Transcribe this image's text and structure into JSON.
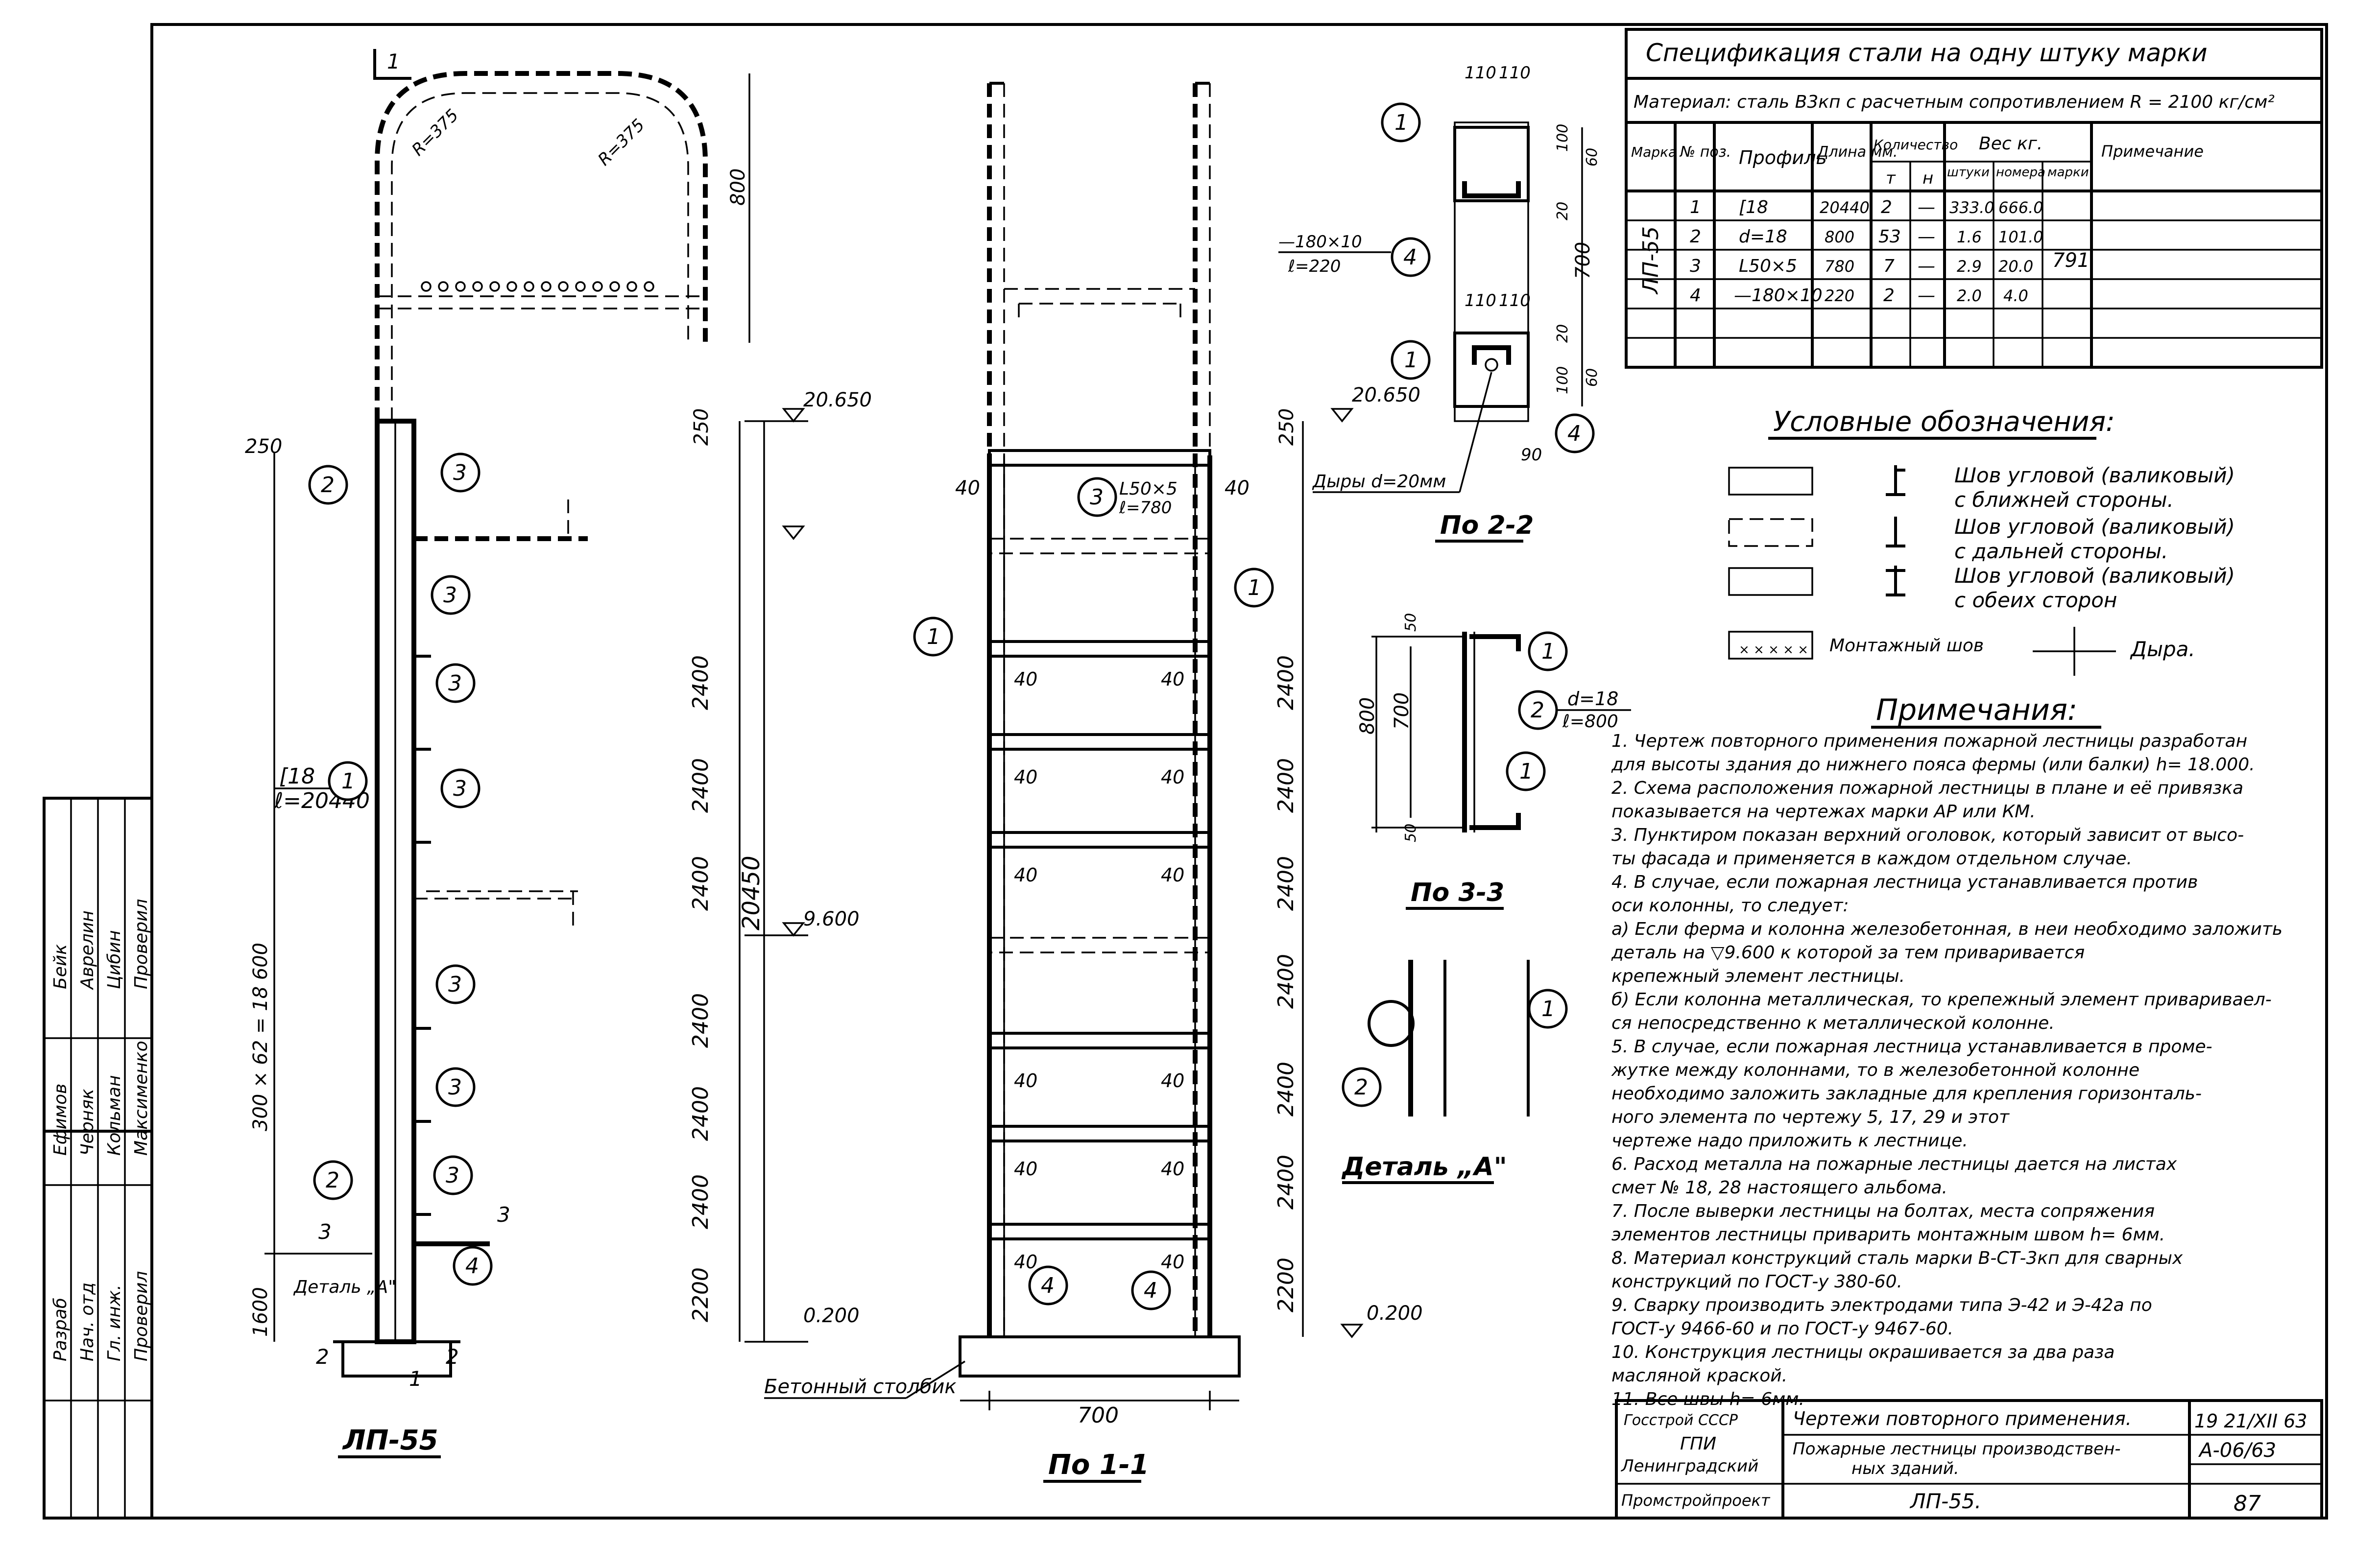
{
  "spec": {
    "title": "Спецификация стали на одну штуку марки",
    "material": "Материал: сталь В3кп с расчетным сопротивлением R = 2100 кг/см²",
    "headers": {
      "marka": "Марка",
      "poz": "№ поз.",
      "profil": "Профиль",
      "dlina": "Длина мм.",
      "kolichestvo": "Количество",
      "t": "т",
      "n": "н",
      "ves": "Вес кг.",
      "shtuki": "штуки",
      "pomer": "номера",
      "marki": "марки",
      "primechanie": "Примечание"
    },
    "mark_name": "ЛП-55",
    "total_weight": "791",
    "rows": [
      {
        "poz": "1",
        "profil": "[18",
        "dlina": "20440",
        "t": "2",
        "n": "—",
        "shtuki": "333.0",
        "nomer": "666.0"
      },
      {
        "poz": "2",
        "profil": "d=18",
        "dlina": "800",
        "t": "53",
        "n": "—",
        "shtuki": "1.6",
        "nomer": "101.0"
      },
      {
        "poz": "3",
        "profil": "L50×5",
        "dlina": "780",
        "t": "7",
        "n": "—",
        "shtuki": "2.9",
        "nomer": "20.0"
      },
      {
        "poz": "4",
        "profil": "—180×10",
        "dlina": "220",
        "t": "2",
        "n": "—",
        "shtuki": "2.0",
        "nomer": "4.0"
      }
    ]
  },
  "legend": {
    "title": "Условные обозначения:",
    "items": [
      {
        "line1": "Шов угловой (валиковый)",
        "line2": "с ближней стороны."
      },
      {
        "line1": "Шов угловой (валиковый)",
        "line2": "с дальней стороны."
      },
      {
        "line1": "Шов угловой (валиковый)",
        "line2": "с обеих сторон"
      }
    ],
    "montazh": "Монтажный шов",
    "dyra": "Дыра."
  },
  "notes": {
    "title": "Примечания:",
    "lines": [
      "1. Чертеж повторного применения пожарной лестницы разработан",
      "для высоты здания до нижнего пояса фермы (или балки) h= 18.000.",
      "2. Схема расположения пожарной лестницы в плане и её привязка",
      "показывается на чертежах марки АР или КМ.",
      "3. Пунктиром показан верхний оголовок, который зависит от высо-",
      "ты фасада и применяется в каждом отдельном случае.",
      "4. В случае, если пожарная лестница устанавливается против",
      "оси колонны, то следует:",
      "а) Если ферма и колонна железобетонная, в неи необходимо заложить",
      "деталь на ▽9.600 к которой за тем приваривается",
      "крепежный элемент лестницы.",
      "б) Если колонна металлическая, то крепежный элемент привариваел-",
      "ся непосредственно к металлической колонне.",
      "5. В случае, если пожарная лестница устанавливается в проме-",
      "жутке между колоннами, то в железобетонной колонне",
      "необходимо заложить закладные для крепления горизонталь-",
      "ного элемента по чертежу 5, 17, 29 и этот",
      "чертеже надо приложить к лестнице.",
      "6. Расход металла на пожарные лестницы дается на листах",
      "смет № 18, 28 настоящего альбома.",
      "7. После выверки лестницы на болтах, места сопряжения",
      "элементов лестницы приварить монтажным швом h= 6мм.",
      "8. Материал конструкций сталь марки В-СТ-3кп для сварных",
      "конструкций по ГОСТ-у 380-60.",
      "9. Сварку производить электродами типа Э-42 и Э-42а по",
      "ГОСТ-у 9466-60 и по ГОСТ-у 9467-60.",
      "10. Конструкция лестницы окрашивается за два раза",
      "масляной краской.",
      "11. Все швы h= 6мм."
    ]
  },
  "titleblock": {
    "org1": "Госстрой СССР",
    "org2": "ГПИ",
    "org3": "Ленинградский",
    "org4": "Промстройпроект",
    "desc1": "Чертежи повторного применения.",
    "desc2": "Пожарные лестницы производствен-",
    "desc3": "ных зданий.",
    "sheet_name": "ЛП-55.",
    "date": "19 21/XII 63",
    "album": "А-06/63",
    "page": "87"
  },
  "stamp": {
    "rows": [
      [
        "Разраб",
        "Ефимов",
        "Бейк"
      ],
      [
        "Нач. отд",
        "Черняк",
        "Аврелин"
      ],
      [
        "Гл. инж.",
        "Кольман",
        "Цибин"
      ],
      [
        "Проверил",
        "Максименко",
        "Проверил"
      ]
    ]
  },
  "main_view": {
    "label": "ЛП-55",
    "elev_top": "20.650",
    "elev_mid": "9.600",
    "elev_bot": "0.200",
    "total_dim": "20450",
    "pitch_dim": "300 × 62 = 18 600",
    "profile": "[18",
    "profile_len": "ℓ=20440",
    "radius1": "R=375",
    "radius2": "R=375",
    "dim_800": "800",
    "dim_250": "250",
    "dim_2400": "2400",
    "dim_2200": "2200",
    "dim_1600": "1600",
    "detail_ref": "Деталь „А\"",
    "section_mark": "1",
    "section_mark2": "2",
    "section_mark3": "3"
  },
  "section_view": {
    "label": "По 1-1",
    "elev_top": "20.650",
    "elev_bot": "0.200",
    "angle": "L50×5",
    "angle_len": "ℓ=780",
    "dim_40": "40",
    "dim_700": "700",
    "dim_250": "250",
    "dim_2400": "2400",
    "dim_2200": "2200",
    "base": "Бетонный столбик"
  },
  "section22": {
    "label": "По 2-2",
    "plate": "—180×10",
    "plate_len": "ℓ=220",
    "holes": "Дыры d=20мм",
    "dim_110": "110",
    "dim_100": "100",
    "dim_60": "60",
    "dim_20": "20",
    "dim_700": "700",
    "dim_90": "90"
  },
  "section33": {
    "label": "По 3-3",
    "rod": "d=18",
    "rod_len": "ℓ=800",
    "dim_800": "800",
    "dim_700": "700",
    "dim_50": "50"
  },
  "detailA": {
    "label": "Деталь „А\""
  }
}
